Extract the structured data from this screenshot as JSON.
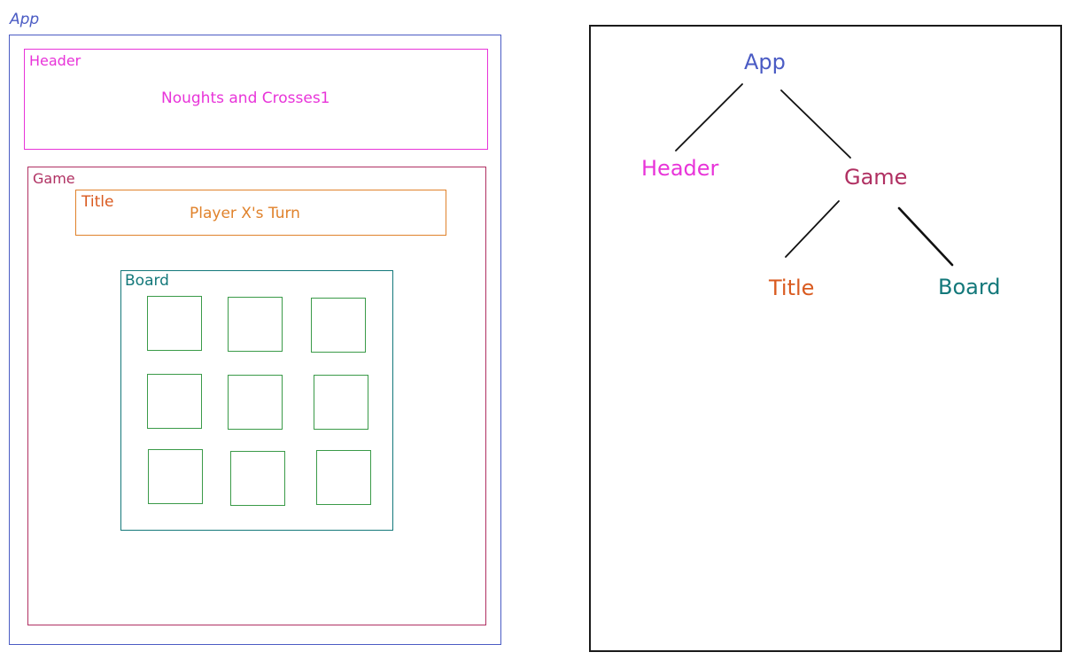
{
  "wireframe": {
    "app_label": "App",
    "header_label": "Header",
    "header_text": "Noughts and Crosses1",
    "game_label": "Game",
    "title_label": "Title",
    "title_text": "Player X's Turn",
    "board_label": "Board",
    "cells": [
      "",
      "",
      "",
      "",
      "",
      "",
      "",
      "",
      ""
    ]
  },
  "tree": {
    "app": "App",
    "header": "Header",
    "game": "Game",
    "title": "Title",
    "board": "Board"
  },
  "colors": {
    "app": "#4a5bc4",
    "header": "#e834d9",
    "game": "#b03062",
    "title": "#e0822b",
    "title_node": "#d95a1f",
    "board": "#13787a",
    "cell": "#3a9a48",
    "edge": "#111111"
  }
}
